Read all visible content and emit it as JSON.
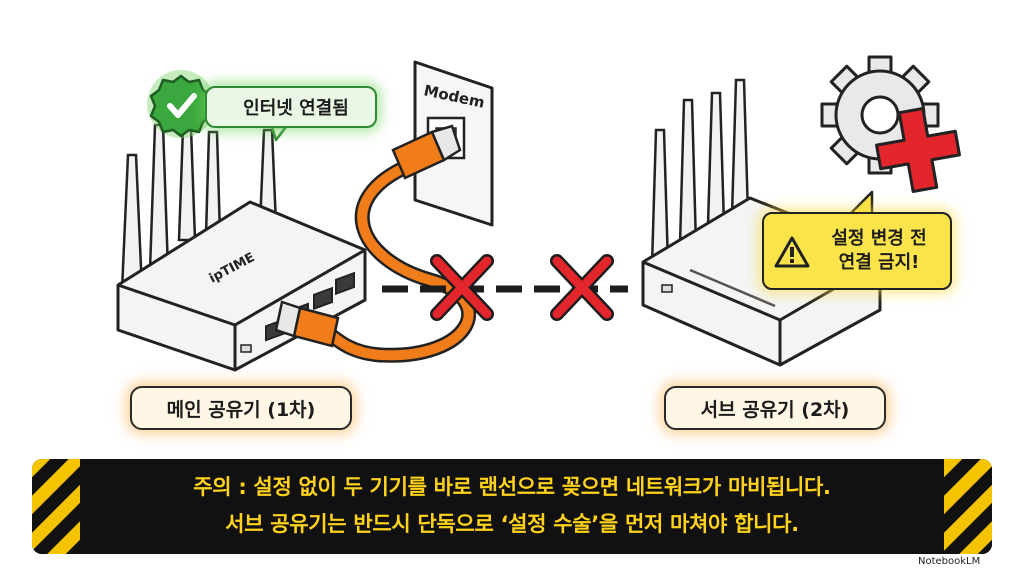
{
  "connected_badge": "인터넷 연결됨",
  "modem_label": "Modem",
  "router_brand": "ipTIME",
  "warning": {
    "line1": "설정 변경 전",
    "line2": "연결 금지!"
  },
  "main_router_label": "메인 공유기 (1차)",
  "sub_router_label": "서브 공유기 (2차)",
  "caution": {
    "line1": "주의 : 설정 없이 두 기기를 바로 랜선으로 꽂으면 네트워크가 마비됩니다.",
    "line2": "서브 공유기는 반드시 단독으로 ‘설정 수술’을 먼저 마쳐야 합니다."
  },
  "watermark": "NotebookLM",
  "colors": {
    "cable": "#f07d1a",
    "cross": "#e3262b",
    "check": "#3aa83f",
    "warning": "#fbe44a",
    "banner_text": "#ffd21c"
  }
}
